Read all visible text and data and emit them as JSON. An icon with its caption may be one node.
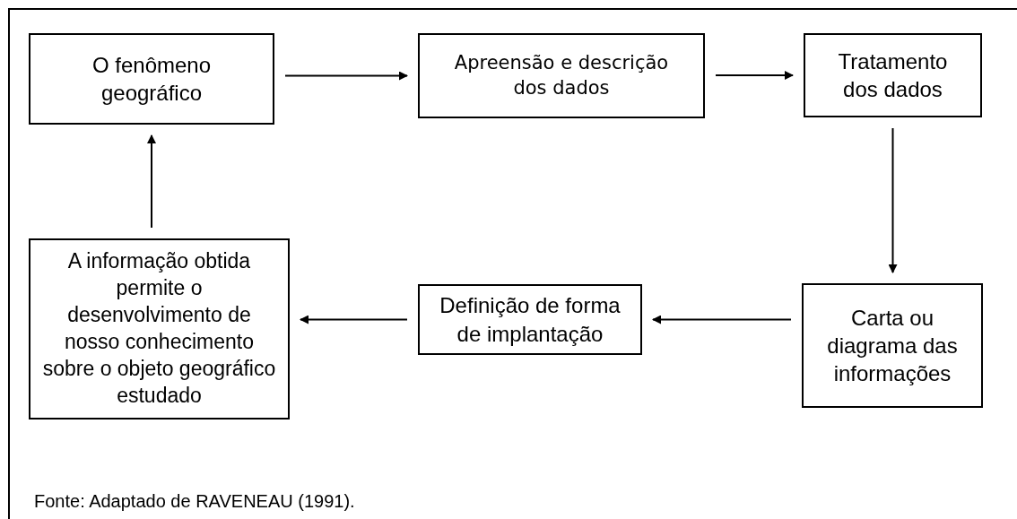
{
  "diagram": {
    "caption": "Fonte: Adaptado de RAVENEAU (1991).",
    "nodes": [
      {
        "text": [
          "O fenômeno geográfico"
        ]
      },
      {
        "text": [
          "Apreensão e descrição dos dados"
        ]
      },
      {
        "text": [
          "Tratamento dos dados"
        ]
      },
      {
        "text": [
          "Carta ou diagrama das informações"
        ]
      },
      {
        "text": [
          "Definição de forma de implantação"
        ]
      },
      {
        "text": [
          "A informação obtida permite o desenvolvimento de nosso conhecimento sobre o objeto geográfico estudado"
        ]
      }
    ],
    "edges": [
      {
        "from": 0,
        "to": 1,
        "arrow": "to"
      },
      {
        "from": 1,
        "to": 2,
        "arrow": "to"
      },
      {
        "from": 2,
        "to": 3,
        "arrow": "to"
      },
      {
        "from": 3,
        "to": 4,
        "arrow": "to"
      },
      {
        "from": 4,
        "to": 5,
        "arrow": "to"
      },
      {
        "from": 5,
        "to": 0,
        "arrow": "to"
      }
    ]
  }
}
